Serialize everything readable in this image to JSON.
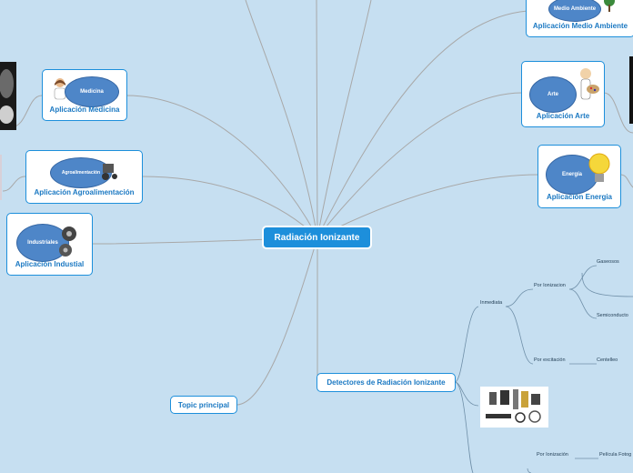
{
  "root": "Radiación Ionizante",
  "topics": {
    "medio_ambiente": {
      "title": "Aplicación Medio Ambiente",
      "badge": "Medio Ambiente"
    },
    "medicina": {
      "title": "Aplicación Medicina",
      "badge": "Medicina"
    },
    "arte": {
      "title": "Aplicación Arte",
      "badge": "Arte"
    },
    "agro": {
      "title": "Aplicación Agroalimentación",
      "badge": "Agroalimentación"
    },
    "energia": {
      "title": "Aplicación Energia",
      "badge": "Energía"
    },
    "industrial": {
      "title": "Aplicación Industial",
      "badge": "Industriales"
    },
    "detectores": {
      "title": "Detectores de Radiación Ionizante"
    },
    "principal": {
      "title": "Topic principal"
    }
  },
  "detectores_tree": {
    "inmediata": "Inmediata",
    "por_ionizacion": "Por Ionizacion",
    "gaseosos": "Gaseosos",
    "semiconductores": "Semiconducto",
    "por_excitacion": "Por excitación",
    "centelleo": "Centelleo",
    "por_ionizacion_2": "Por Ionización",
    "pelicula": "Película Fotog"
  }
}
